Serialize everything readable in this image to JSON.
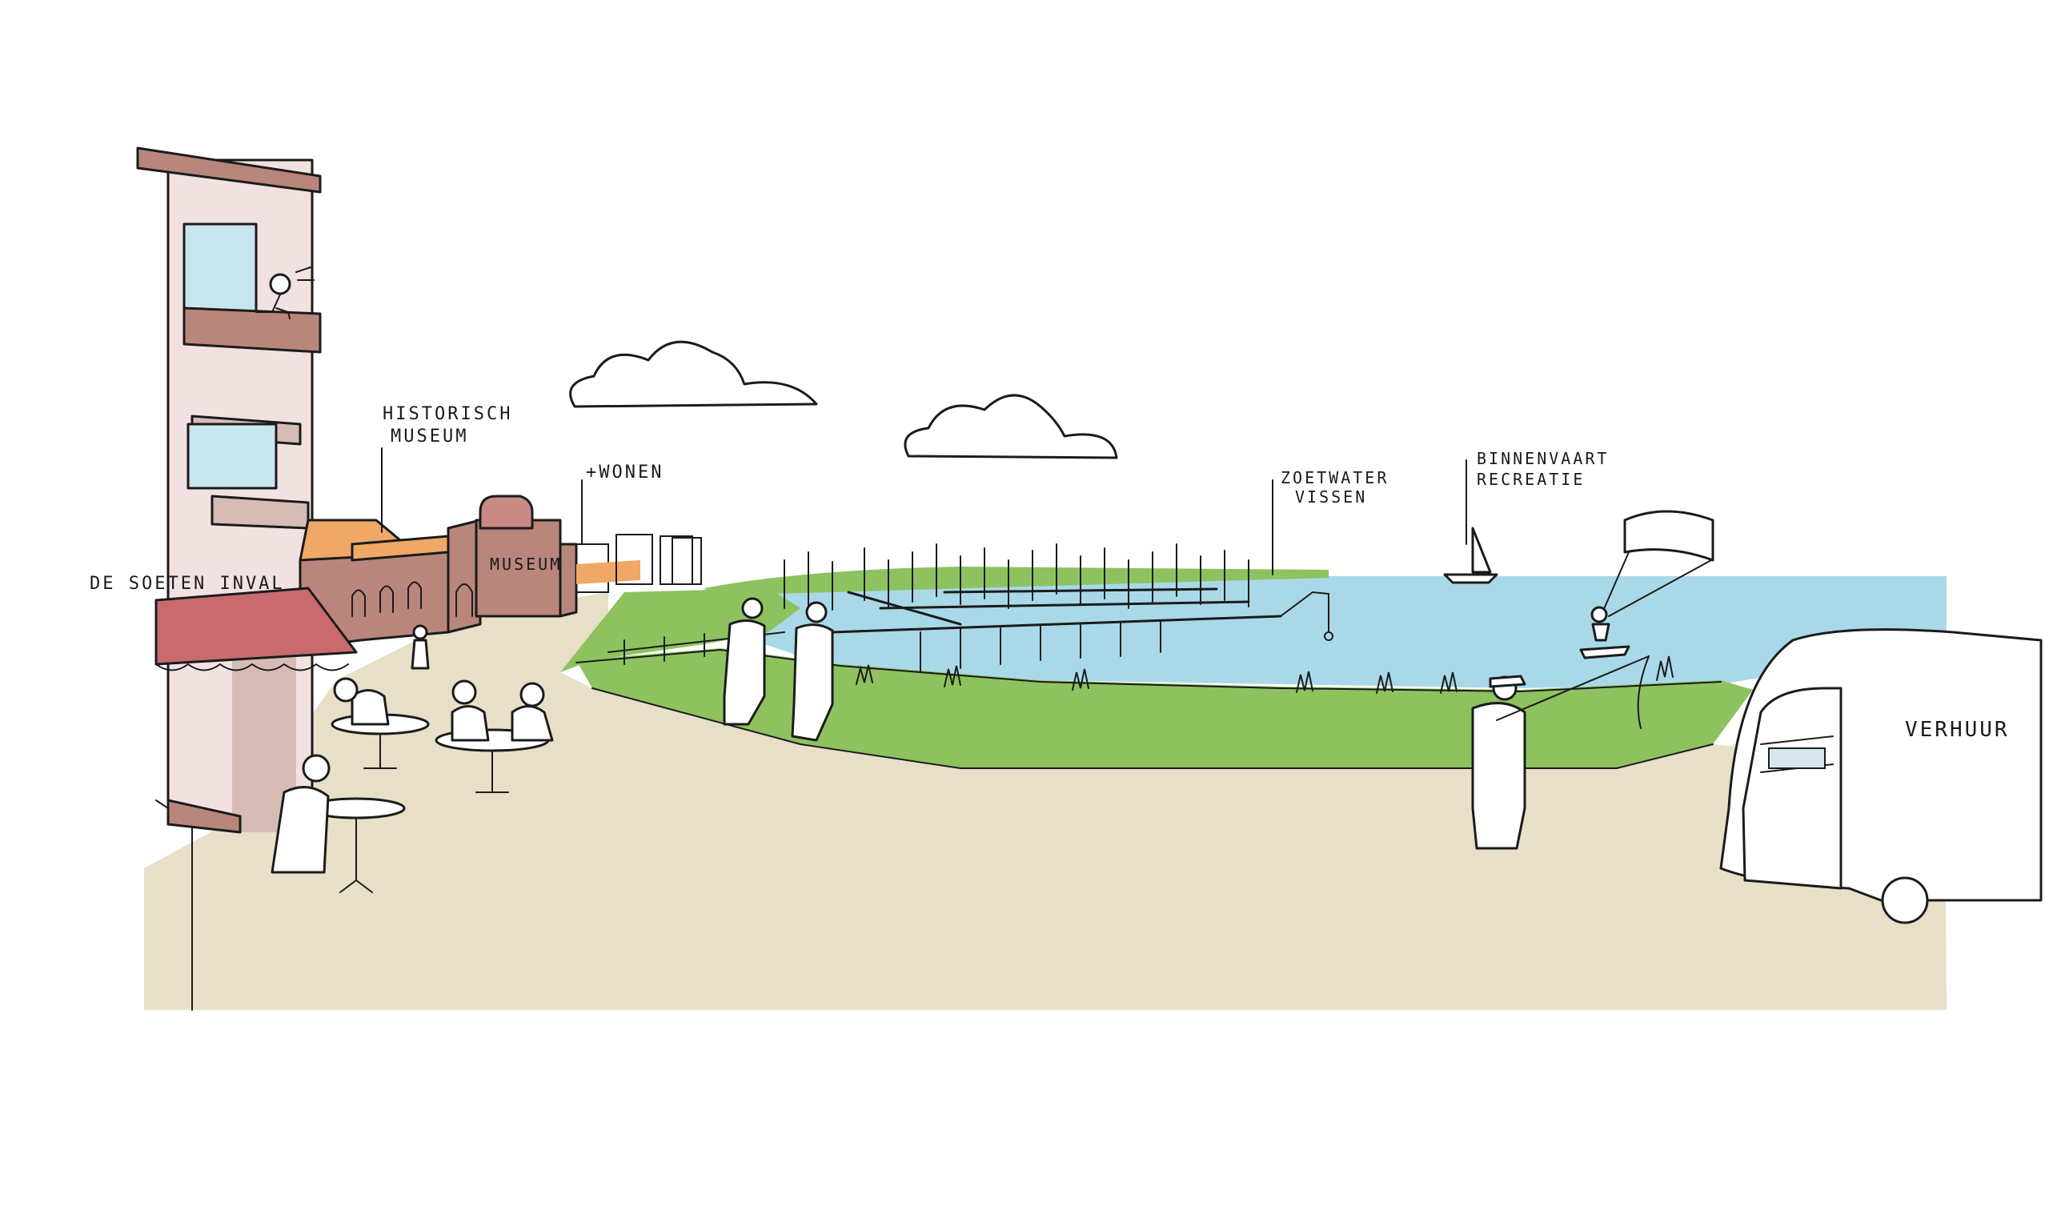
{
  "labels": {
    "historisch_line1": "HISTORISCH",
    "historisch_line2": "MUSEUM",
    "wonen": "+WONEN",
    "museum_sign": "MUSEUM",
    "restaurant": "DE SOETEN INVAL",
    "zoetwater_line1": "ZOETWATER",
    "zoetwater_line2": "VISSEN",
    "binnenvaart_line1": "BINNENVAART",
    "binnenvaart_line2": "RECREATIE",
    "verhuur": "VERHUUR"
  },
  "colors": {
    "ground": "#e7dfc7",
    "water": "#a9d9e8",
    "grass": "#8dc25f",
    "awning": "#c96a6e",
    "roof": "#f0a867",
    "brick": "#b9867c",
    "tower": "#f1e2e1",
    "ink": "#1b1b1b"
  }
}
